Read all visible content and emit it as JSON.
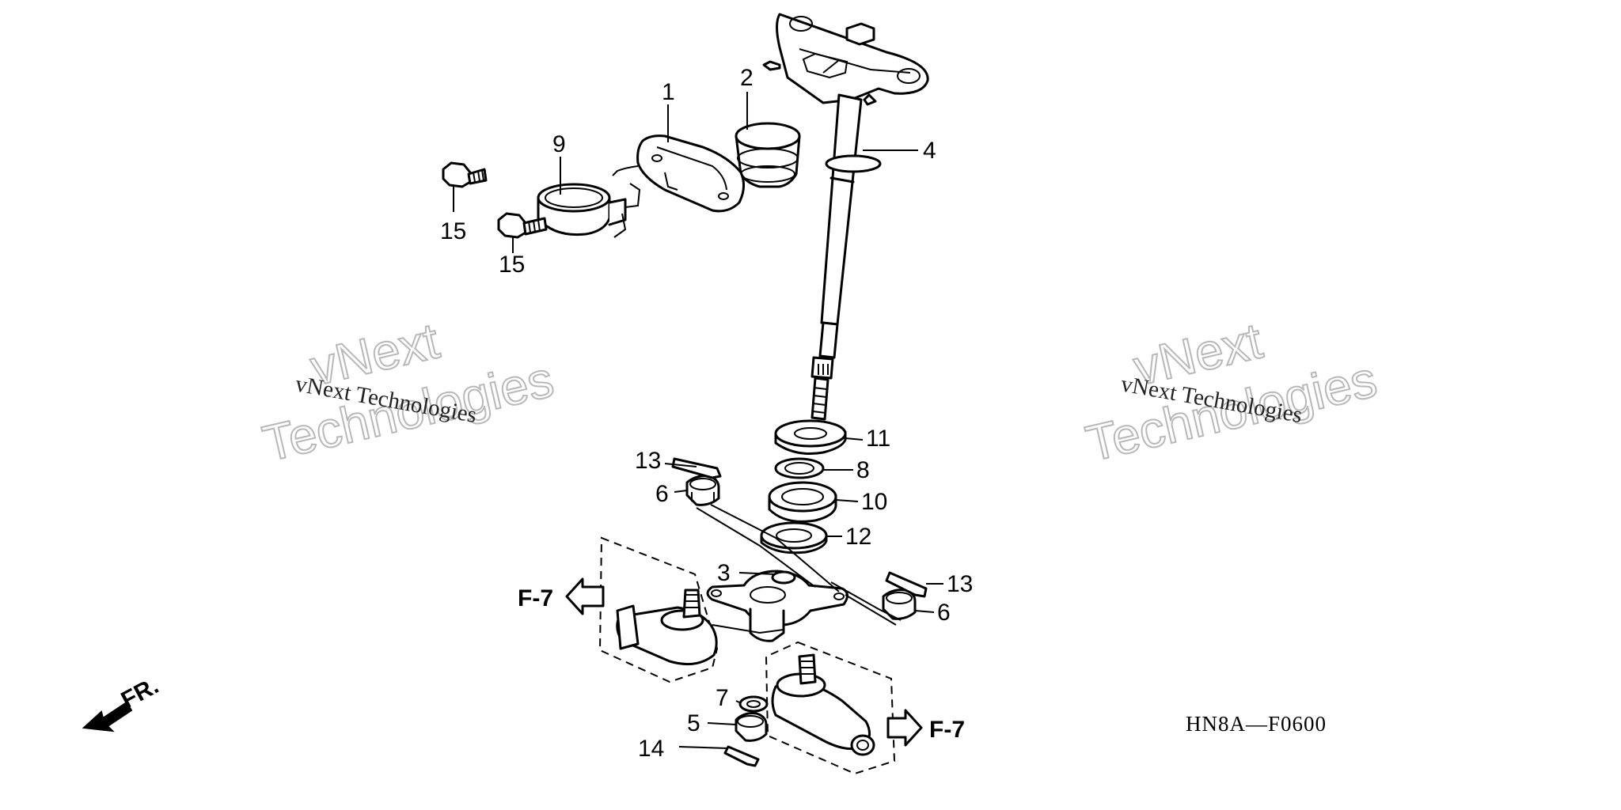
{
  "callouts": [
    "1",
    "2",
    "3",
    "4",
    "5",
    "6",
    "6",
    "7",
    "8",
    "9",
    "10",
    "11",
    "12",
    "13",
    "13",
    "14",
    "15",
    "15"
  ],
  "references": {
    "left": "F-7",
    "right": "F-7",
    "front": "FR."
  },
  "diagram_code": "HN8A—F0600",
  "watermarks": {
    "line1": "vNext",
    "line2": "Technologies",
    "full": "vNext Technologies"
  }
}
